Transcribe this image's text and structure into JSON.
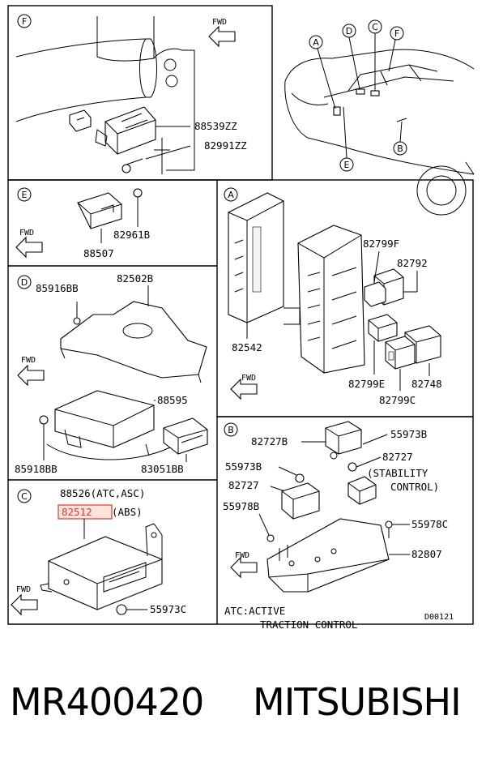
{
  "panels": {
    "F": {
      "letter": "F",
      "fwd": "FWD",
      "parts": [
        "88539ZZ",
        "82991ZZ"
      ]
    },
    "vehicle": {
      "callouts": [
        "A",
        "D",
        "C",
        "F",
        "B",
        "E"
      ]
    },
    "E": {
      "letter": "E",
      "fwd": "FWD",
      "parts": [
        "82961B",
        "88507"
      ]
    },
    "A": {
      "letter": "A",
      "fwd": "FWD",
      "parts": [
        "82799F",
        "82792",
        "82542",
        "82799E",
        "82748",
        "82799C"
      ]
    },
    "D": {
      "letter": "D",
      "fwd": "FWD",
      "parts": [
        "85916BB",
        "82502B",
        "88595",
        "85918BB",
        "83051BB"
      ]
    },
    "B": {
      "letter": "B",
      "fwd": "FWD",
      "parts": [
        "82727B",
        "55973B",
        "82727",
        "(STABILITY",
        "CONTROL)",
        "55973B",
        "82727",
        "55978B",
        "55978C",
        "82807"
      ],
      "note_line1": "ATC:ACTIVE",
      "note_line2": "TRACTION CONTROL",
      "code": "D00121"
    },
    "C": {
      "letter": "C",
      "fwd": "FWD",
      "parts": [
        "88526(ATC,ASC)",
        "82512",
        "(ABS)",
        "55973C"
      ]
    }
  },
  "highlight": {
    "part": "82512",
    "color": "#e0392b"
  },
  "footer": {
    "part_number": "MR400420",
    "brand": "MITSUBISHI"
  }
}
